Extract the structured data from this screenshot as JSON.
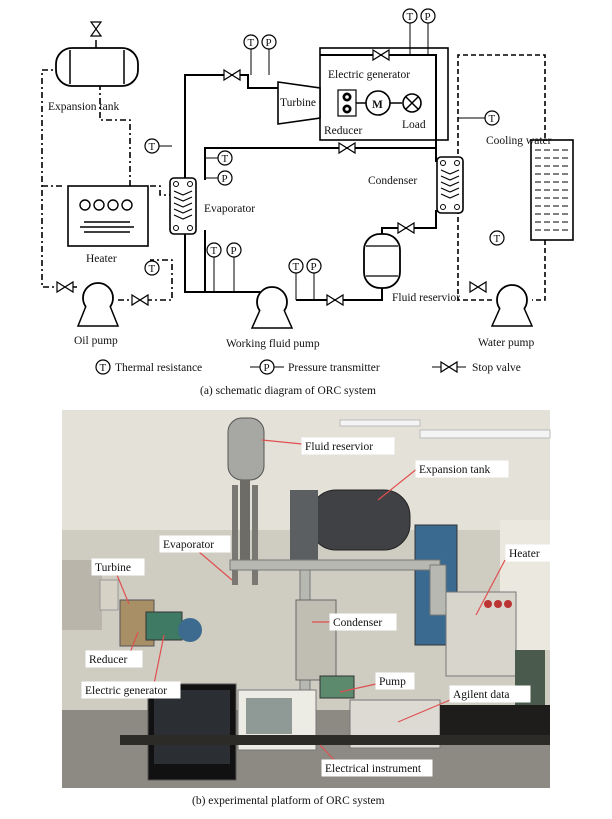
{
  "schematic": {
    "components": {
      "expansion_tank": "Expansion tank",
      "heater": "Heater",
      "oil_pump": "Oil pump",
      "evaporator": "Evaporator",
      "working_fluid_pump": "Working fluid pump",
      "turbine": "Turbine",
      "reducer": "Reducer",
      "electric_generator": "Electric generator",
      "load": "Load",
      "condenser": "Condenser",
      "cooling_water": "Cooling water",
      "fluid_reservoir": "Fluid reservior",
      "water_pump": "Water pump"
    },
    "symbols": {
      "t": "T",
      "p": "P",
      "m": "M"
    },
    "legend": {
      "thermal_resistance": "Thermal resistance",
      "pressure_transmitter": "Pressure transmitter",
      "stop_valve": "Stop valve"
    },
    "caption": "(a) schematic diagram of ORC system"
  },
  "photo": {
    "labels": {
      "fluid_reservoir": "Fluid reservior",
      "expansion_tank": "Expansion tank",
      "evaporator": "Evaporator",
      "turbine": "Turbine",
      "heater": "Heater",
      "condenser": "Condenser",
      "reducer": "Reducer",
      "pump": "Pump",
      "electric_generator": "Electric generator",
      "agilent_data": "Agilent data",
      "electrical_instrument": "Electrical instrument"
    },
    "caption": "(b) experimental platform of ORC system"
  }
}
